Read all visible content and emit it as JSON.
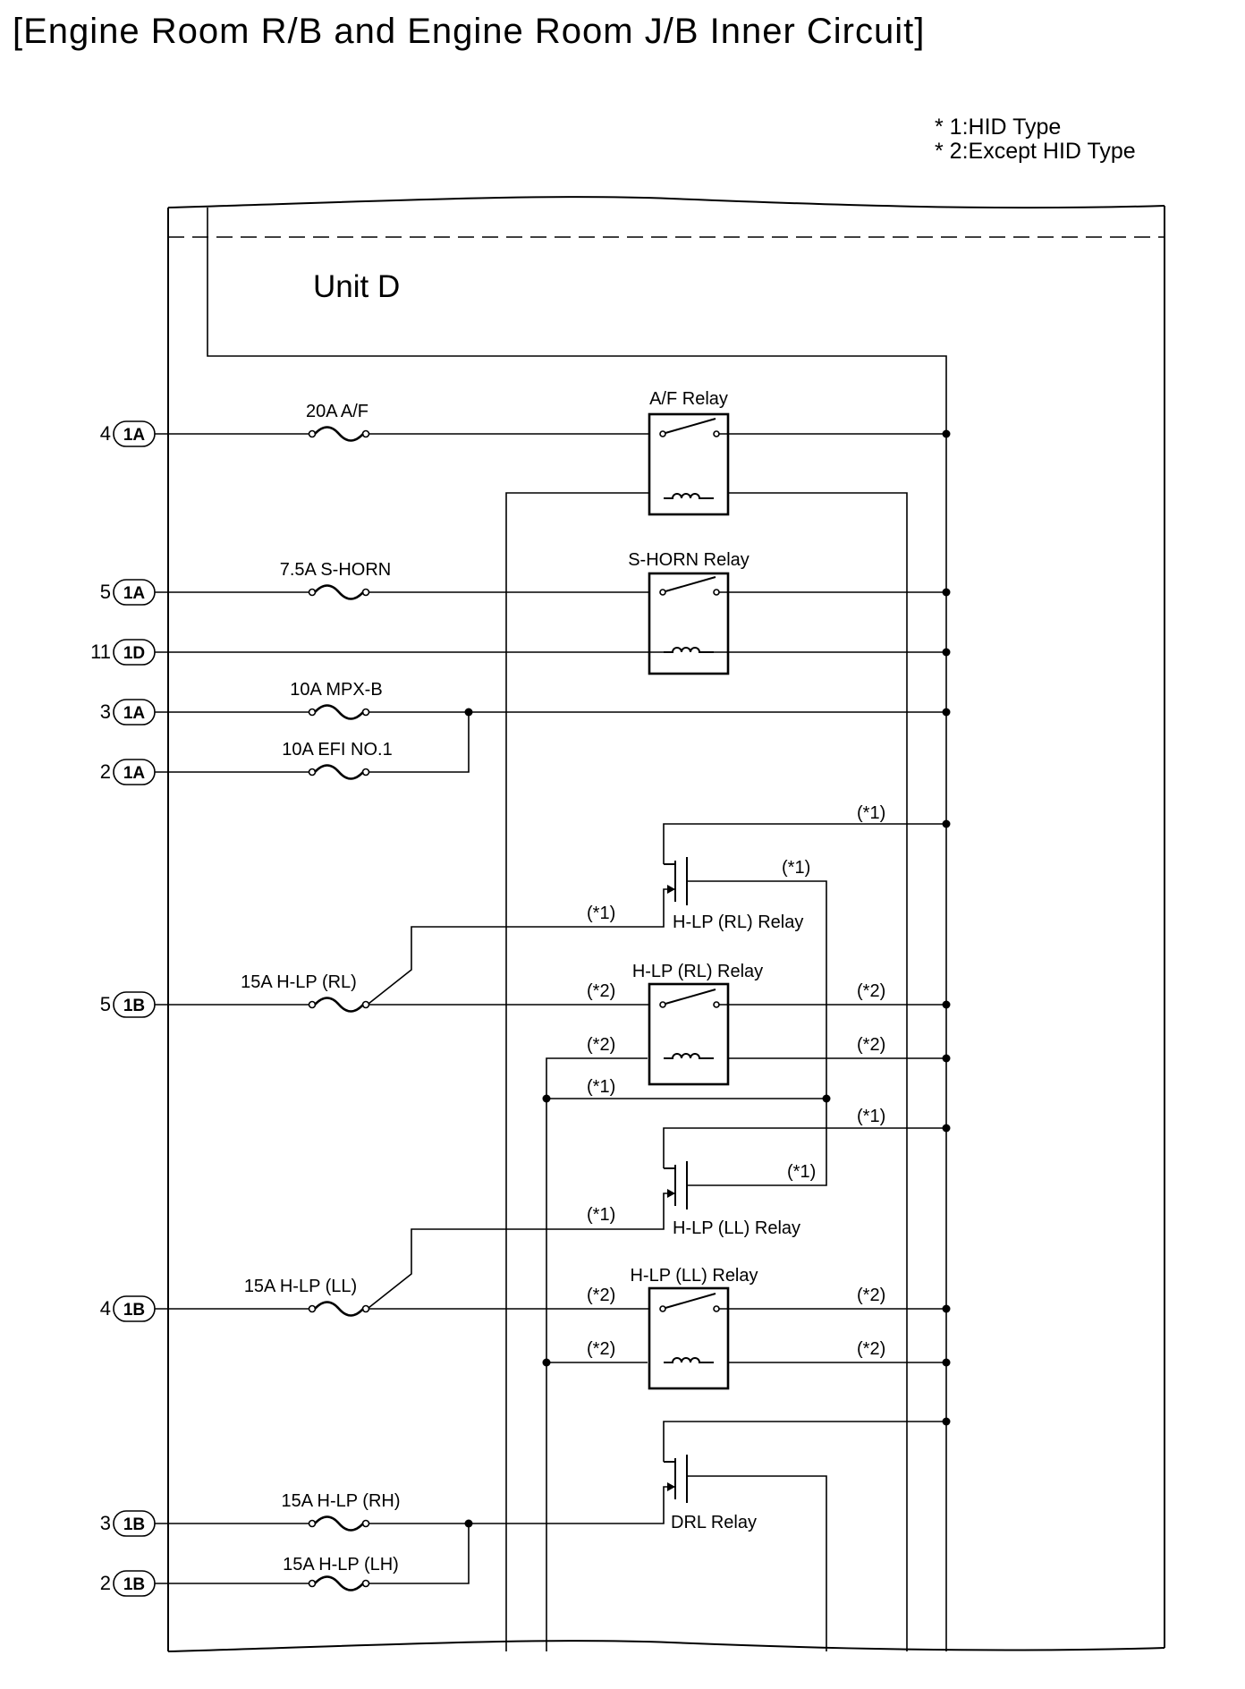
{
  "title": "[Engine Room R/B and Engine Room J/B Inner Circuit]",
  "notes": [
    "* 1:HID Type",
    "* 2:Except HID Type"
  ],
  "unit_label": "Unit D",
  "connectors": [
    {
      "pin": "4",
      "conn": "1A"
    },
    {
      "pin": "5",
      "conn": "1A"
    },
    {
      "pin": "11",
      "conn": "1D"
    },
    {
      "pin": "3",
      "conn": "1A"
    },
    {
      "pin": "2",
      "conn": "1A"
    },
    {
      "pin": "5",
      "conn": "1B"
    },
    {
      "pin": "4",
      "conn": "1B"
    },
    {
      "pin": "3",
      "conn": "1B"
    },
    {
      "pin": "2",
      "conn": "1B"
    }
  ],
  "fuses": [
    "20A A/F",
    "7.5A S-HORN",
    "10A MPX-B",
    "10A EFI NO.1",
    "15A H-LP (RL)",
    "15A H-LP (LL)",
    "15A H-LP (RH)",
    "15A H-LP (LH)"
  ],
  "relays": {
    "af": "A/F Relay",
    "shorn": "S-HORN Relay",
    "hlp_rl_hid": "H-LP (RL) Relay",
    "hlp_rl_std": "H-LP (RL) Relay",
    "hlp_ll_hid": "H-LP (LL) Relay",
    "hlp_ll_std": "H-LP (LL) Relay",
    "drl": "DRL Relay"
  },
  "tags": {
    "hid": "(*1)",
    "std": "(*2)"
  }
}
